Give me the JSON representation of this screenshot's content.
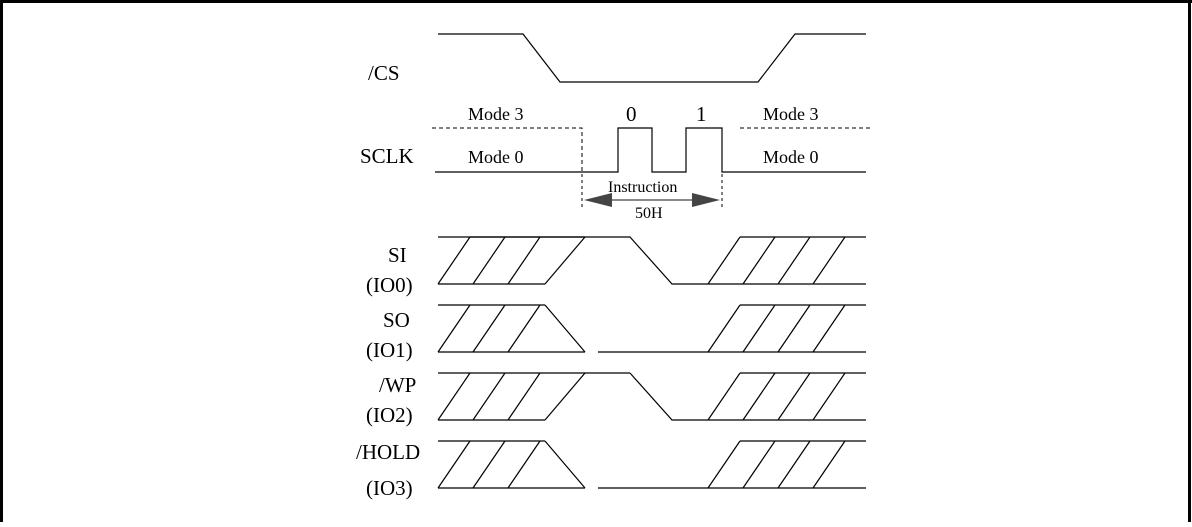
{
  "signals": {
    "cs": "/CS",
    "sclk": "SCLK",
    "si": "SI",
    "si_io": "(IO0)",
    "so": "SO",
    "so_io": "(IO1)",
    "wp": "/WP",
    "wp_io": "(IO2)",
    "hold": "/HOLD",
    "hold_io": "(IO3)"
  },
  "modes": {
    "left_top": "Mode 3",
    "left_bottom": "Mode 0",
    "right_top": "Mode 3",
    "right_bottom": "Mode 0"
  },
  "bits": {
    "b0": "0",
    "b1": "1"
  },
  "instruction": {
    "label": "Instruction",
    "code": "50H"
  },
  "colors": {
    "line": "#000000",
    "arrow": "#444444",
    "background": "#ffffff"
  }
}
